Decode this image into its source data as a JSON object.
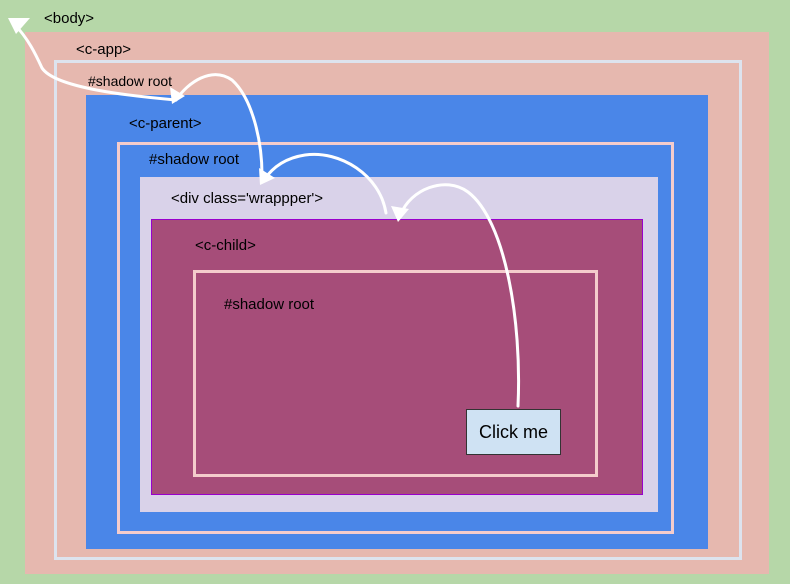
{
  "labels": {
    "body": "<body>",
    "c_app": "<c-app>",
    "shadow_root_1": "#shadow root",
    "c_parent": "<c-parent>",
    "shadow_root_2": "#shadow root",
    "wrapper": "<div class='wrappper'>",
    "c_child": "<c-child>",
    "shadow_root_3": "#shadow root"
  },
  "button": {
    "label": "Click me"
  },
  "colors": {
    "body": "#b6d7a8",
    "c_app": "#e6b8af",
    "c_parent": "#4a86e8",
    "wrapper": "#d9d2e9",
    "c_child": "#a64d79",
    "button": "#cfe2f3",
    "arrow": "#ffffff"
  }
}
